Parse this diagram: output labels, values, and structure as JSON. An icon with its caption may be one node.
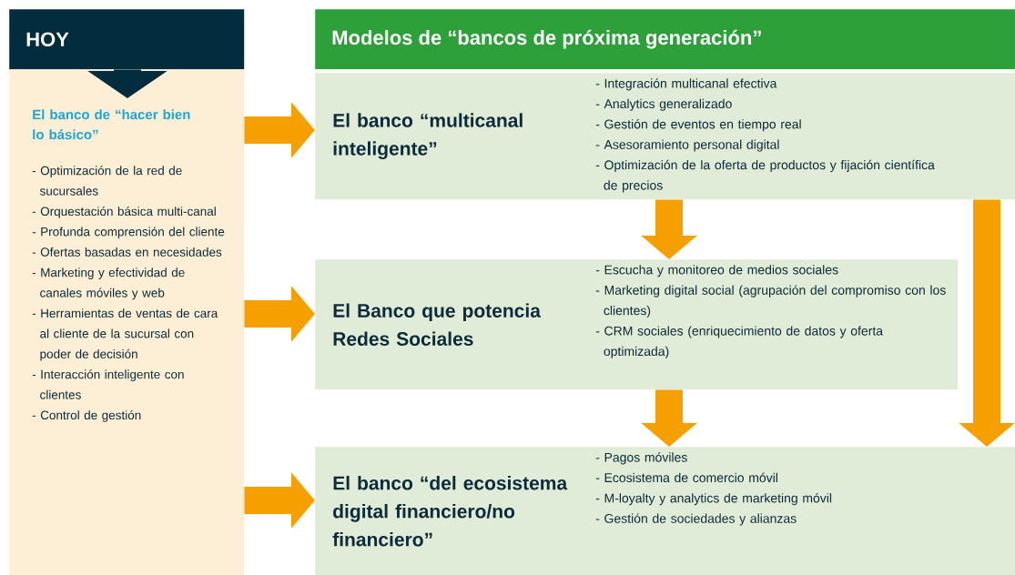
{
  "diagram": {
    "nodes": [
      {
        "text": [
          "HOY"
        ]
      },
      {
        "text": [
          "El banco de “hacer bien lo básico”",
          "- Optimización de la red de sucursales",
          "- Orquestación básica multi-canal",
          "- Profunda comprensión del cliente",
          "- Ofertas basadas en necesidades",
          "- Marketing y efectividad de canales móviles y web",
          "- Herramientas de ventas de cara al cliente de la sucursal con poder de decisión",
          "- Interacción inteligente con clientes",
          "- Control de gestión"
        ]
      },
      {
        "text": [
          "Modelos de “bancos de próxima generación”"
        ]
      },
      {
        "text": [
          "El banco “multicanal inteligente”",
          "- Integración multicanal efectiva",
          "- Analytics generalizado",
          "- Gestión de eventos en tiempo real",
          "- Asesoramiento personal digital",
          "- Optimización de la oferta de productos y fijación científica de precios"
        ]
      },
      {
        "text": [
          "El Banco que potencia Redes Sociales",
          "- Escucha y monitoreo de medios sociales",
          "- Marketing digital social (agrupación del compromiso con los clientes)",
          "- CRM sociales (enriquecimiento de datos y oferta optimizada)"
        ]
      },
      {
        "text": [
          "El banco “del ecosistema digital financiero/no financiero”",
          "- Pagos móviles",
          "- Ecosistema de comercio móvil",
          "- M-loyalty y analytics de marketing móvil",
          "- Gestión de sociedades y alianzas"
        ]
      }
    ],
    "edges": [
      {
        "from": 0,
        "to": 1,
        "arrow": "to",
        "color": "#032d3e"
      },
      {
        "from": 1,
        "to": 3,
        "arrow": "to"
      },
      {
        "from": 1,
        "to": 4,
        "arrow": "to"
      },
      {
        "from": 1,
        "to": 5,
        "arrow": "to"
      },
      {
        "from": 3,
        "to": 4,
        "arrow": "to"
      },
      {
        "from": 3,
        "to": 5,
        "arrow": "to"
      },
      {
        "from": 4,
        "to": 5,
        "arrow": "to"
      }
    ]
  }
}
